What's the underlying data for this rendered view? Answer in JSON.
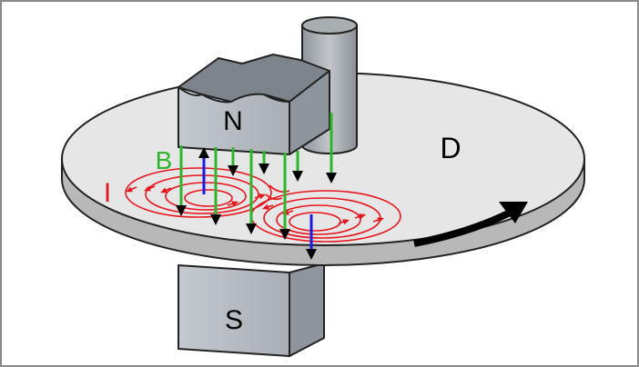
{
  "labels": {
    "north_pole": "N",
    "south_pole": "S",
    "disc": "D",
    "field": "B",
    "current": "I"
  },
  "colors": {
    "frame_border": "#8a8a8a",
    "disc_top": "#e6e6e6",
    "disc_edge": "#b8b8b8",
    "magnet_front": "#b9bec4",
    "magnet_side": "#8e959c",
    "magnet_top": "#7d848b",
    "shaft": "#a7acb1",
    "field_lines": "#2db52d",
    "eddy_current": "#e8141c",
    "induced_field": "#1a1ae6",
    "rotation_arrow": "#000000"
  }
}
